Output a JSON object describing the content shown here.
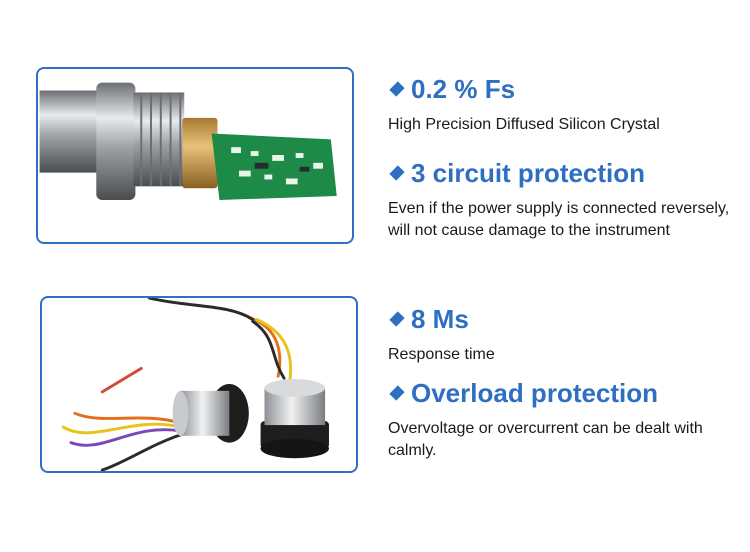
{
  "features": [
    {
      "title": "0.2 % Fs",
      "description": "High Precision Diffused Silicon Crystal"
    },
    {
      "title": "3 circuit protection",
      "description": "Even if the power supply is connected reversely, will not cause damage to the instrument"
    },
    {
      "title": "8 Ms",
      "description": "Response time"
    },
    {
      "title": "Overload protection",
      "description": "Overvoltage or overcurrent can be dealt with calmly."
    }
  ],
  "colors": {
    "accent": "#2e6fc2",
    "frame_border": "#2f6fc4",
    "text": "#1a1a1a"
  }
}
